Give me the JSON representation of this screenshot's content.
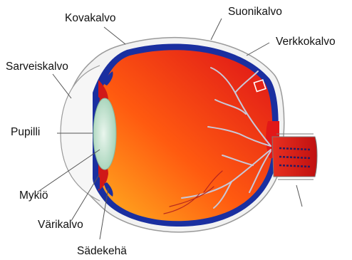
{
  "labels": {
    "kovakalvo": "Kovakalvo",
    "suonikalvo": "Suonikalvo",
    "verkkokalvo": "Verkkokalvo",
    "sarveiskalvo": "Sarveiskalvo",
    "pupilli": "Pupilli",
    "mykio": "Mykiö",
    "varikalvo": "Värikalvo",
    "sadekeha": "Sädekehä"
  },
  "colors": {
    "sclera": "#f0f0f0",
    "choroid": "#1a2fa0",
    "retina_gradient_light": "#ffb020",
    "retina_gradient_dark": "#e01818",
    "lens": "#b8e0c8",
    "iris": "#d01818",
    "vessels": "#c8c8d8",
    "optic_nerve": "#e02020"
  }
}
